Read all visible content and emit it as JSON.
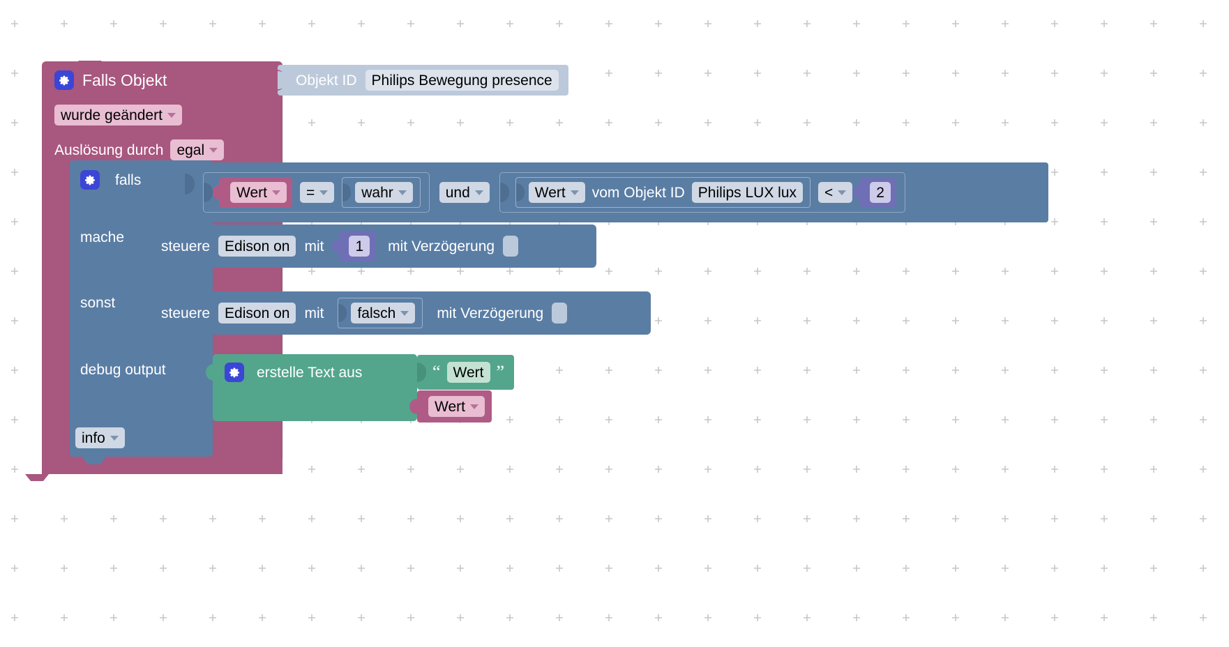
{
  "workspace": {
    "background_color": "#ffffff",
    "grid_mark_color": "#c6c6c6"
  },
  "colors": {
    "event_block": "#a8577f",
    "control_block": "#5a7da4",
    "value_block": "#bcc9da",
    "variable_block": "#b05b86",
    "text_block": "#53a68b",
    "math_block": "#6f6fb5",
    "gear_badge": "#3b45d6"
  },
  "event_block": {
    "gear_icon": "gear-icon",
    "title": "Falls Objekt",
    "trigger_dropdown": "wurde geändert",
    "source_label": "Auslösung durch",
    "source_dropdown": "egal",
    "object_value": {
      "label": "Objekt ID",
      "value": "Philips Bewegung presence"
    }
  },
  "if_block": {
    "gear_icon": "gear-icon",
    "if_label": "falls",
    "do_label": "mache",
    "else_label": "sonst",
    "debug_label": "debug output",
    "log_level_dropdown": "info"
  },
  "condition": {
    "left": {
      "variable": "Wert",
      "operator": "=",
      "value": "wahr"
    },
    "logic_operator": "und",
    "right": {
      "variable": "Wert",
      "of_label": "vom Objekt ID",
      "object_id": "Philips LUX lux",
      "operator": "<",
      "number": "2"
    }
  },
  "statements": {
    "do": {
      "control_label": "steuere",
      "target": "Edison on",
      "with_label": "mit",
      "value": "1",
      "delay_label": "mit Verzögerung",
      "delay_value": ""
    },
    "else": {
      "control_label": "steuere",
      "target": "Edison on",
      "with_label": "mit",
      "value": "falsch",
      "delay_label": "mit Verzögerung",
      "delay_value": ""
    }
  },
  "debug_output": {
    "gear_icon": "gear-icon",
    "create_text_label": "erstelle Text aus",
    "open_quote": "“",
    "close_quote": "”",
    "string_item": "Wert",
    "variable_item": "Wert"
  }
}
